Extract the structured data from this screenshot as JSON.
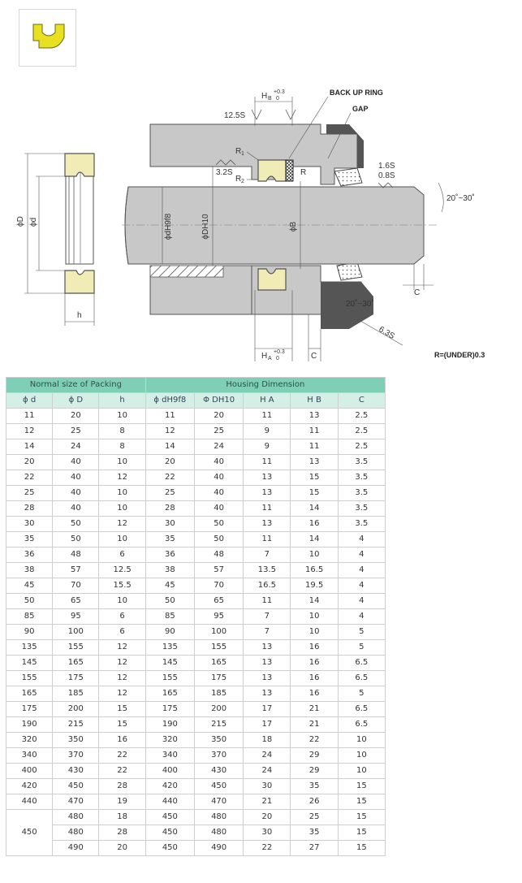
{
  "diagram": {
    "labels": {
      "back_up_ring": "BACK UP RING",
      "gap": "GAP",
      "hb": "H",
      "hb_sub": "B",
      "hb_tol": "+0.3",
      "hb_tol2": "0",
      "ha": "H",
      "ha_sub": "A",
      "ha_tol": "+0.3",
      "ha_tol2": "0",
      "s125": "12.5S",
      "s32": "3.2S",
      "s16": "1.6S",
      "s08": "0.8S",
      "s63": "6.3S",
      "r1": "R",
      "r1_sub": "1",
      "r2": "R",
      "r2_sub": "2",
      "r": "R",
      "phi_d": "ϕd",
      "phi_D": "ϕD",
      "h": "h",
      "phi_dh9f8": "ϕdH9f8",
      "phi_dh10": "ϕDH10",
      "phi_b": "ϕB",
      "angle1": "20˚~30˚",
      "angle2": "20˚~30˚",
      "c1": "C",
      "c2": "C",
      "r_under": "R=(UNDER)0.3"
    },
    "colors": {
      "seal": "#f1ebb5",
      "body": "#c8c8c8",
      "dark": "#555555",
      "icon": "#e8e020"
    }
  },
  "table": {
    "group_headers": [
      "Normal size of Packing",
      "Housing Dimension"
    ],
    "columns": [
      "ϕ d",
      "ϕ D",
      "h",
      "ϕ dH9f8",
      "Φ DH10",
      "H A",
      "H B",
      "C"
    ],
    "rows": [
      [
        "11",
        "20",
        "10",
        "11",
        "20",
        "11",
        "13",
        "2.5"
      ],
      [
        "12",
        "25",
        "8",
        "12",
        "25",
        "9",
        "11",
        "2.5"
      ],
      [
        "14",
        "24",
        "8",
        "14",
        "24",
        "9",
        "11",
        "2.5"
      ],
      [
        "20",
        "40",
        "10",
        "20",
        "40",
        "11",
        "13",
        "3.5"
      ],
      [
        "22",
        "40",
        "12",
        "22",
        "40",
        "13",
        "15",
        "3.5"
      ],
      [
        "25",
        "40",
        "10",
        "25",
        "40",
        "13",
        "15",
        "3.5"
      ],
      [
        "28",
        "40",
        "10",
        "28",
        "40",
        "11",
        "14",
        "3.5"
      ],
      [
        "30",
        "50",
        "12",
        "30",
        "50",
        "13",
        "16",
        "3.5"
      ],
      [
        "35",
        "50",
        "10",
        "35",
        "50",
        "11",
        "14",
        "4"
      ],
      [
        "36",
        "48",
        "6",
        "36",
        "48",
        "7",
        "10",
        "4"
      ],
      [
        "38",
        "57",
        "12.5",
        "38",
        "57",
        "13.5",
        "16.5",
        "4"
      ],
      [
        "45",
        "70",
        "15.5",
        "45",
        "70",
        "16.5",
        "19.5",
        "4"
      ],
      [
        "50",
        "65",
        "10",
        "50",
        "65",
        "11",
        "14",
        "4"
      ],
      [
        "85",
        "95",
        "6",
        "85",
        "95",
        "7",
        "10",
        "4"
      ],
      [
        "90",
        "100",
        "6",
        "90",
        "100",
        "7",
        "10",
        "5"
      ],
      [
        "135",
        "155",
        "12",
        "135",
        "155",
        "13",
        "16",
        "5"
      ],
      [
        "145",
        "165",
        "12",
        "145",
        "165",
        "13",
        "16",
        "6.5"
      ],
      [
        "155",
        "175",
        "12",
        "155",
        "175",
        "13",
        "16",
        "6.5"
      ],
      [
        "165",
        "185",
        "12",
        "165",
        "185",
        "13",
        "16",
        "5"
      ],
      [
        "175",
        "200",
        "15",
        "175",
        "200",
        "17",
        "21",
        "6.5"
      ],
      [
        "190",
        "215",
        "15",
        "190",
        "215",
        "17",
        "21",
        "6.5"
      ],
      [
        "320",
        "350",
        "16",
        "320",
        "350",
        "18",
        "22",
        "10"
      ],
      [
        "340",
        "370",
        "22",
        "340",
        "370",
        "24",
        "29",
        "10"
      ],
      [
        "400",
        "430",
        "22",
        "400",
        "430",
        "24",
        "29",
        "10"
      ],
      [
        "420",
        "450",
        "28",
        "420",
        "450",
        "30",
        "35",
        "15"
      ],
      [
        "440",
        "470",
        "19",
        "440",
        "470",
        "21",
        "26",
        "15"
      ]
    ],
    "merged_d": "450",
    "merged_rows": [
      [
        "480",
        "18",
        "450",
        "480",
        "20",
        "25",
        "15"
      ],
      [
        "480",
        "28",
        "450",
        "480",
        "30",
        "35",
        "15"
      ],
      [
        "490",
        "20",
        "450",
        "490",
        "22",
        "27",
        "15"
      ]
    ]
  }
}
